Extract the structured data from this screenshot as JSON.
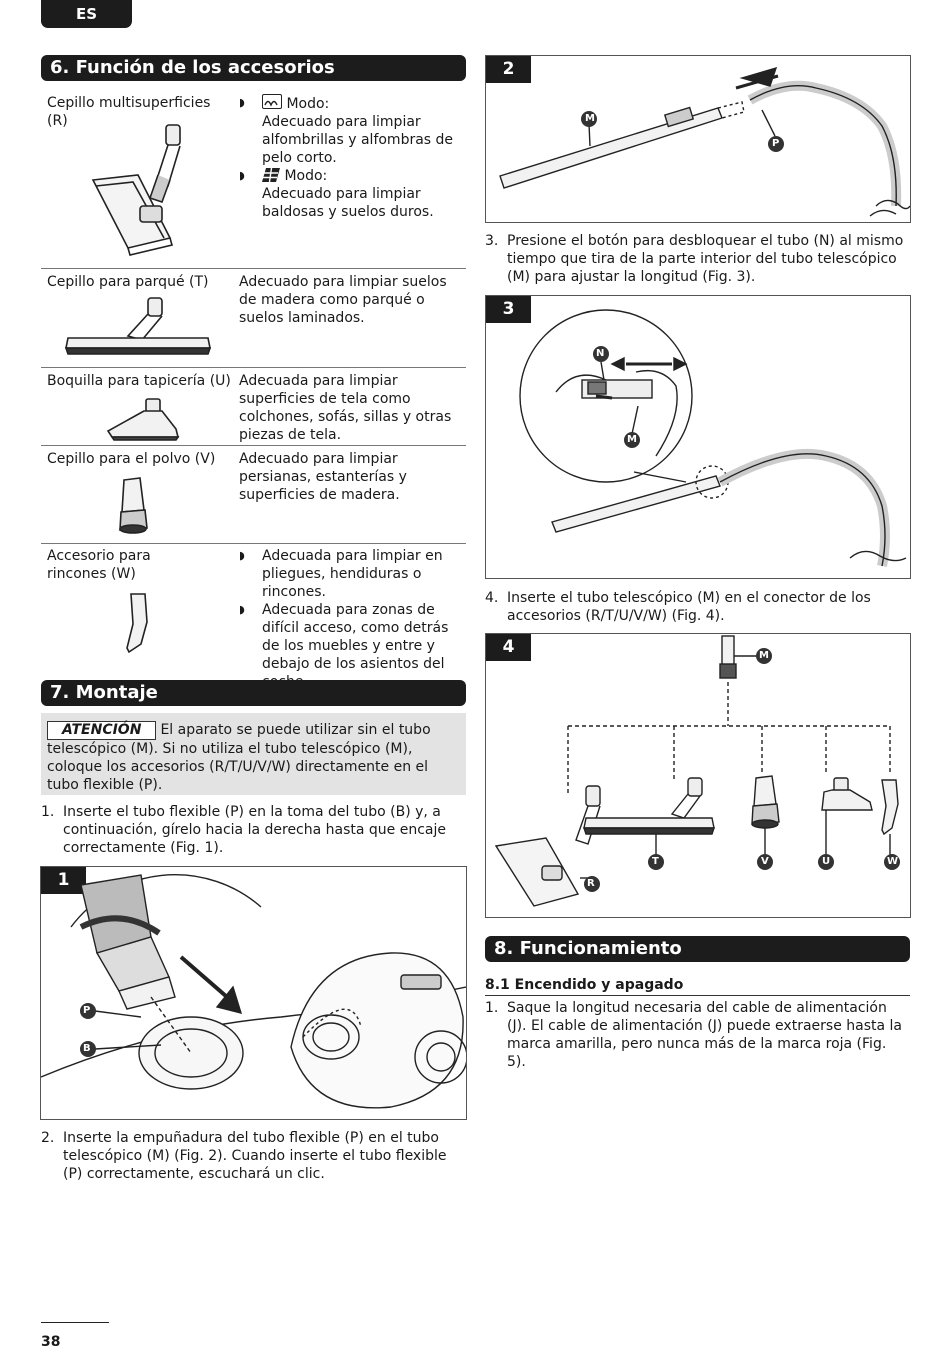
{
  "lang": "ES",
  "page_number": "38",
  "section6": {
    "title": "6. Función de los accesorios",
    "rows": [
      {
        "name": "Cepillo multisuperficies (R)",
        "bullets": [
          {
            "head": "Modo:",
            "text": "Adecuado para limpiar alfombrillas y alfombras de pelo corto."
          },
          {
            "head": "Modo:",
            "text": "Adecuado para limpiar baldosas y suelos duros."
          }
        ]
      },
      {
        "name": "Cepillo para parqué (T)",
        "desc": "Adecuado para limpiar suelos de madera como parqué o suelos laminados."
      },
      {
        "name": "Boquilla para tapicería (U)",
        "desc": "Adecuada para limpiar superficies de tela como colchones, sofás, sillas y otras piezas de tela."
      },
      {
        "name": "Cepillo para el polvo (V)",
        "desc": "Adecuado para limpiar persianas, estanterías y superficies de madera."
      },
      {
        "name": "Accesorio para rincones (W)",
        "bullets": [
          {
            "text": "Adecuada para limpiar en pliegues, hendiduras o rincones."
          },
          {
            "text": "Adecuada para zonas de difícil acceso, como detrás de los muebles y entre y debajo de los asientos del coche."
          }
        ]
      }
    ]
  },
  "section7": {
    "title": "7. Montaje",
    "attention_label": "ATENCIÓN",
    "attention_text": "El aparato se puede utilizar sin el tubo telescópico (M). Si no utiliza el tubo telescópico (M), coloque los accesorios (R/T/U/V/W) directamente en el tubo flexible (P).",
    "steps": [
      {
        "num": "1.",
        "text": "Inserte el tubo flexible (P) en la toma del tubo (B) y, a continuación, gírelo hacia la derecha hasta que encaje correctamente (Fig. 1)."
      },
      {
        "num": "2.",
        "text": "Inserte la empuñadura del tubo flexible (P) en el tubo telescópico (M) (Fig. 2). Cuando inserte el tubo flexible (P) correctamente, escuchará un clic."
      },
      {
        "num": "3.",
        "text": "Presione el botón para desbloquear el tubo (N) al mismo tiempo que tira de la parte interior del tubo telescópico (M) para ajustar la longitud (Fig. 3)."
      },
      {
        "num": "4.",
        "text": "Inserte el tubo telescópico (M) en el conector de los accesorios (R/T/U/V/W) (Fig. 4)."
      }
    ]
  },
  "section8": {
    "title": "8. Funcionamiento",
    "sub_title": "8.1 Encendido y apagado",
    "steps": [
      {
        "num": "1.",
        "text": "Saque la longitud necesaria del cable de alimentación (J). El cable de alimentación (J) puede extraerse hasta la marca amarilla, pero nunca más de la marca roja (Fig. 5)."
      }
    ]
  },
  "figures": {
    "fig1": {
      "num": "1",
      "labels": [
        "P",
        "B"
      ]
    },
    "fig2": {
      "num": "2",
      "labels": [
        "M",
        "P"
      ]
    },
    "fig3": {
      "num": "3",
      "labels": [
        "N",
        "M"
      ]
    },
    "fig4": {
      "num": "4",
      "labels": [
        "M",
        "R",
        "T",
        "V",
        "U",
        "W"
      ]
    }
  },
  "icons": {
    "carpet_mode": "carpet-mode-icon",
    "hard_floor_mode": "hard-floor-mode-icon"
  },
  "colors": {
    "header_bg": "#1c1c1c",
    "attention_bg": "#e3e3e3",
    "accent_dark": "#1c1c1c"
  }
}
